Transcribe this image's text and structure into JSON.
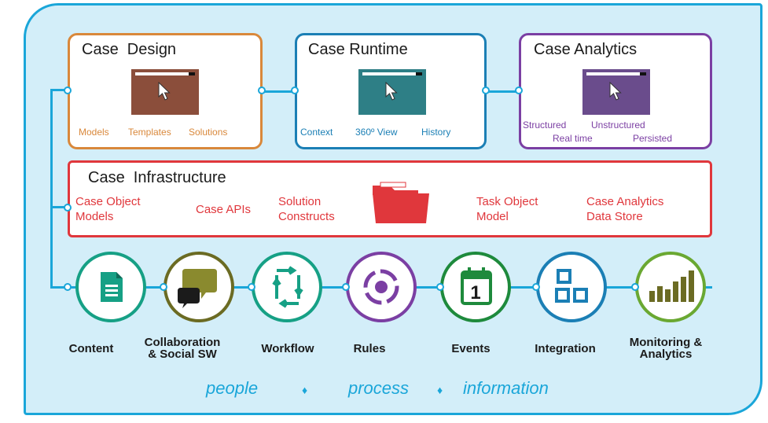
{
  "colors": {
    "frame": "#1aa6d9",
    "design": "#d9883b",
    "runtime": "#1b7fb5",
    "analytics": "#7b3fa3",
    "infra": "#e0373c",
    "content": "#16a085",
    "collab": "#6b6b23",
    "workflow": "#16a085",
    "rules": "#7b3fa3",
    "events": "#1e8a3c",
    "integration": "#1b7fb5",
    "monitoring": "#6aa832"
  },
  "icons": {
    "design": "cursor-window-icon",
    "runtime": "cursor-window-icon",
    "analytics": "cursor-window-icon",
    "infra": "folder-icon",
    "content": "document-icon",
    "collab": "speech-bubbles-icon",
    "workflow": "cycle-arrows-icon",
    "rules": "target-icon",
    "events": "calendar-icon",
    "integration": "blocks-icon",
    "monitoring": "bar-chart-icon"
  },
  "design": {
    "title": "Case  Design",
    "models": "Models",
    "templates": "Templates",
    "solutions": "Solutions"
  },
  "runtime": {
    "title": "Case Runtime",
    "context": "Context",
    "view": "360º View",
    "history": "History"
  },
  "analytics": {
    "title": "Case Analytics",
    "structured": "Structured",
    "unstructured": "Unstructured",
    "realtime": "Real time",
    "persisted": "Persisted"
  },
  "infra": {
    "title": "Case  Infrastructure",
    "items": [
      "Case Object\nModels",
      "Case APIs",
      "Solution\nConstructs",
      "Task Object\nModel",
      "Case Analytics\nData Store"
    ]
  },
  "nodes": [
    {
      "label": "Content"
    },
    {
      "label": "Collaboration\n& Social SW"
    },
    {
      "label": "Workflow"
    },
    {
      "label": "Rules"
    },
    {
      "label": "Events"
    },
    {
      "label": "Integration"
    },
    {
      "label": "Monitoring &\nAnalytics"
    }
  ],
  "events_day": "1",
  "footer": {
    "people": "people",
    "process": "process",
    "information": "information",
    "separator": "♦"
  }
}
